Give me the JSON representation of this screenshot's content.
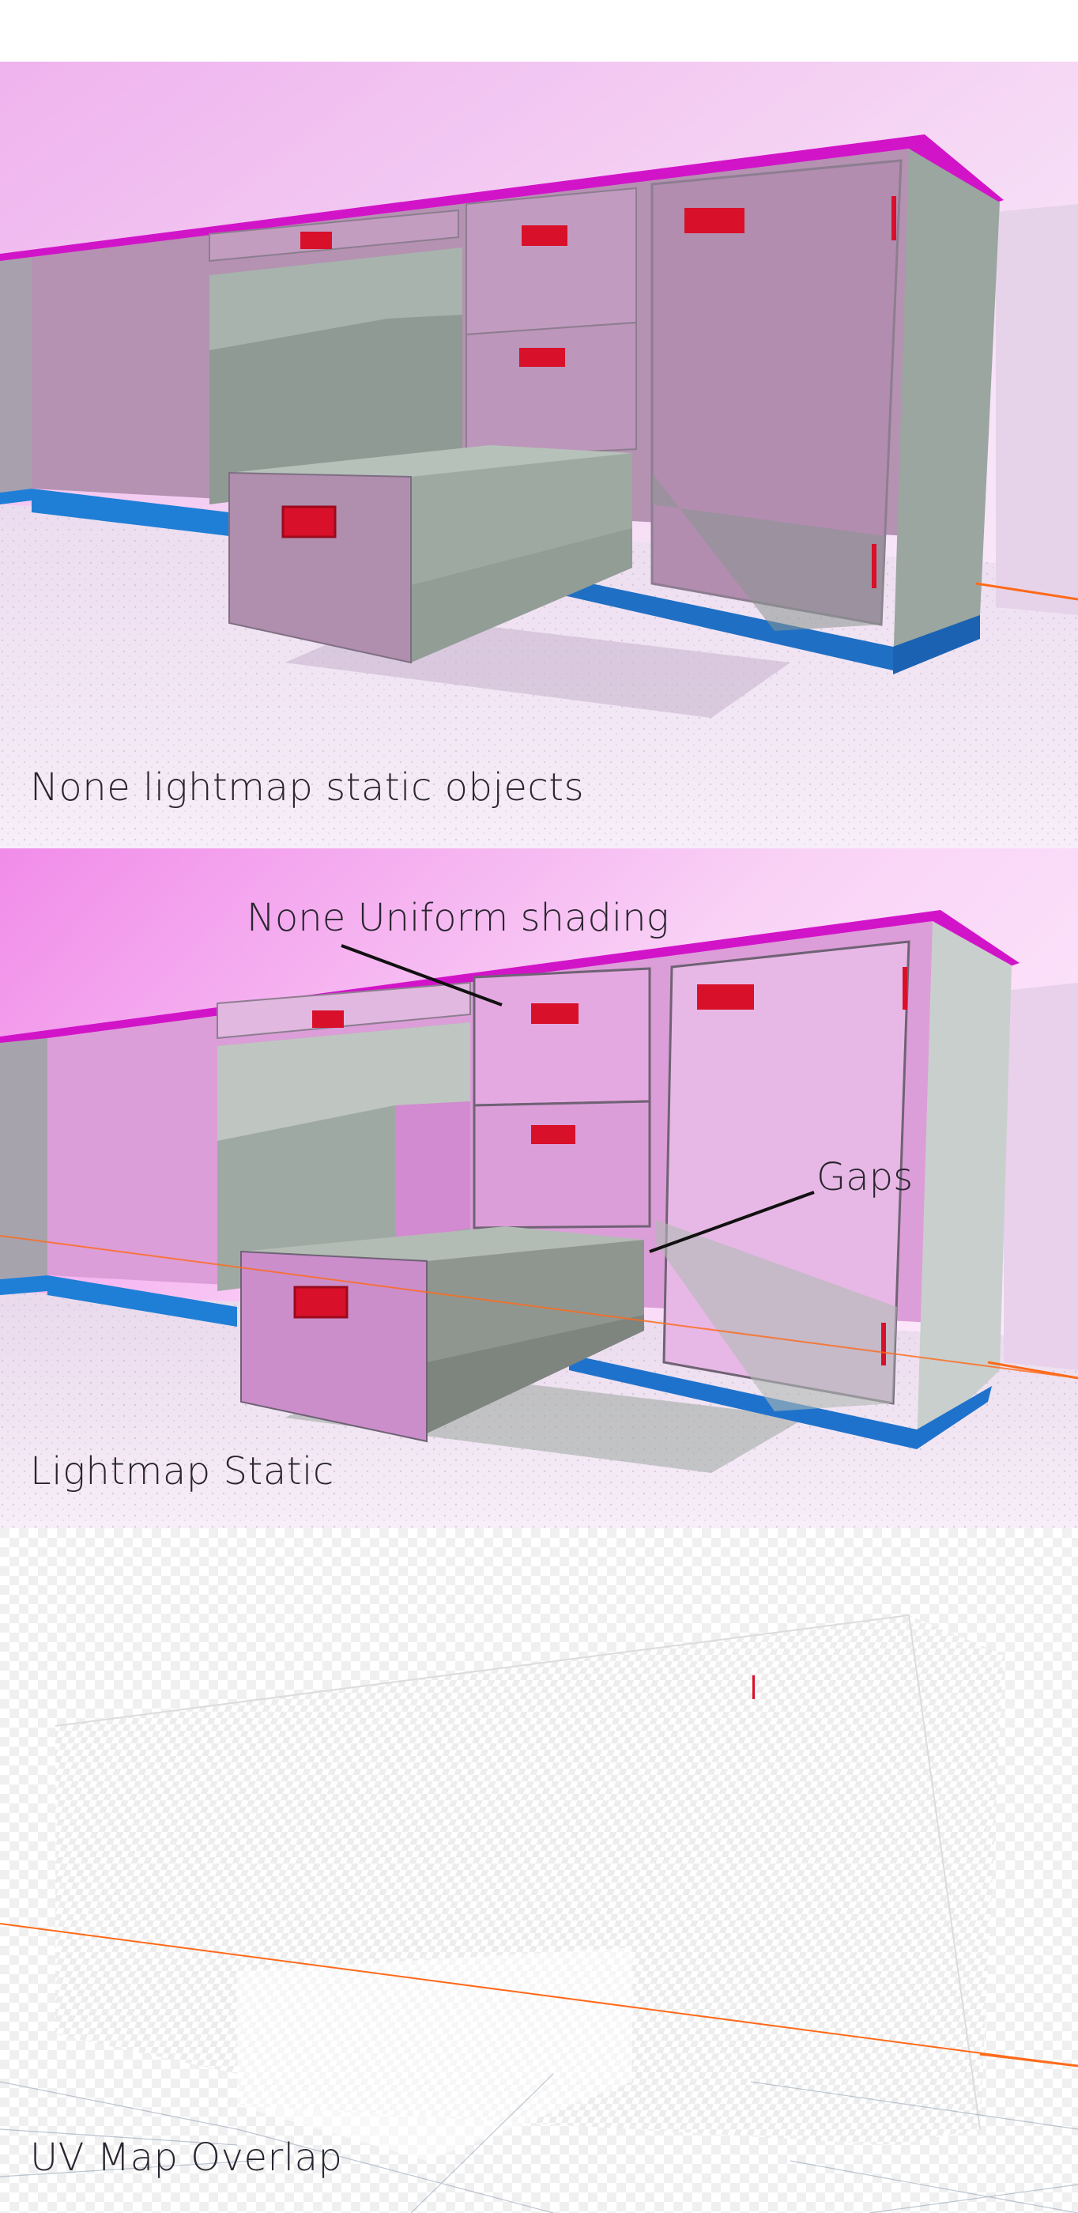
{
  "panels": [
    {
      "caption": "None lightmap static objects"
    },
    {
      "caption": "Lightmap Static",
      "annotations": [
        "None Uniform shading",
        "Gaps"
      ]
    },
    {
      "caption": "UV Map Overlap"
    }
  ],
  "colors": {
    "wall_lit": "#f7dcf5",
    "wall_bright": "#f3a9ee",
    "floor": "#efe2f2",
    "cabinet_face": "#b98fb6",
    "cabinet_face_lit": "#e7a4e3",
    "cabinet_side": "#9fa9a3",
    "countertop": "#d214c9",
    "toe_kick": "#1f7fd6",
    "handle": "#d8102a",
    "guide_line": "#ff6a1a",
    "checker_light": "#ffffff",
    "checker_dark": "#e8e8e8"
  }
}
